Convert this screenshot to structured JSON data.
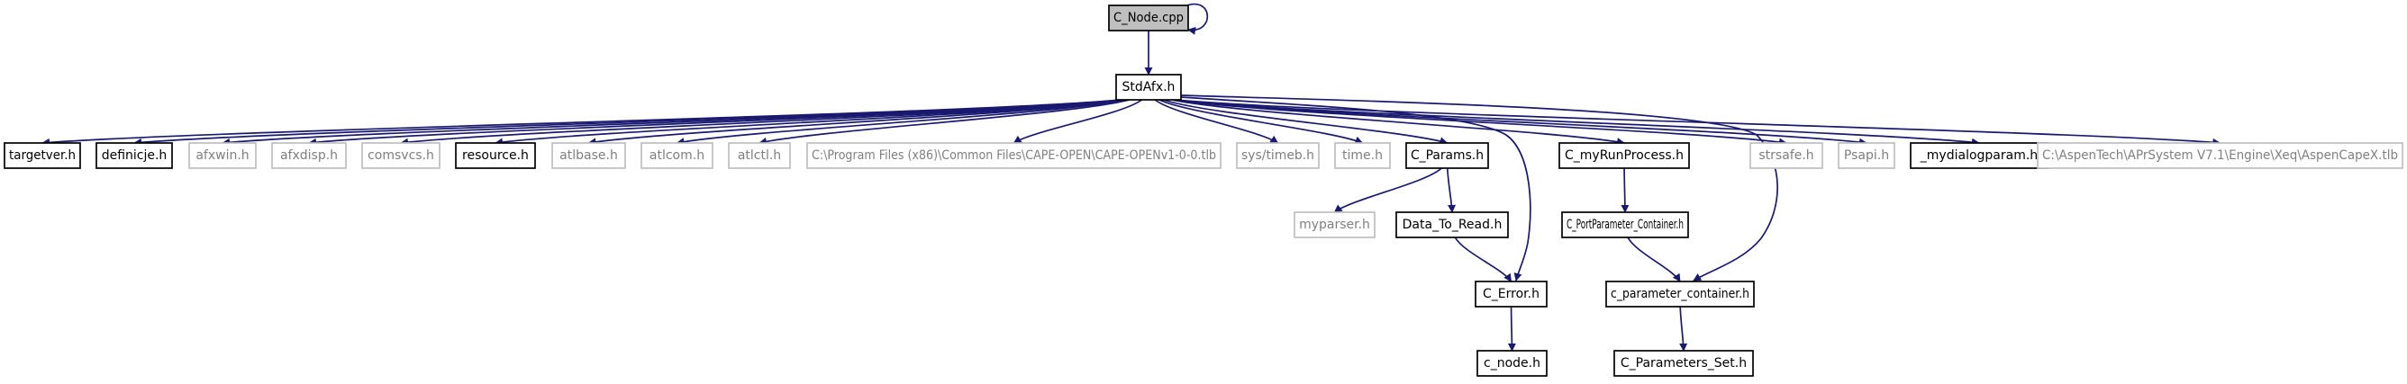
{
  "colors": {
    "edge": "#191970",
    "root_fill": "#bfbfbf",
    "solid_border": "#000000",
    "faded_border": "#bfbfbf",
    "faded_text": "#7f7f7f"
  },
  "nodes": [
    {
      "id": "c_node_cpp",
      "label": "C_Node.cpp",
      "style": "root"
    },
    {
      "id": "stdafx_h",
      "label": "StdAfx.h",
      "style": "solid"
    },
    {
      "id": "targetver_h",
      "label": "targetver.h",
      "style": "solid"
    },
    {
      "id": "definicje_h",
      "label": "definicje.h",
      "style": "solid"
    },
    {
      "id": "afxwin_h",
      "label": "afxwin.h",
      "style": "faded"
    },
    {
      "id": "afxdisp_h",
      "label": "afxdisp.h",
      "style": "faded"
    },
    {
      "id": "comsvcs_h",
      "label": "comsvcs.h",
      "style": "faded"
    },
    {
      "id": "resource_h",
      "label": "resource.h",
      "style": "solid"
    },
    {
      "id": "atlbase_h",
      "label": "atlbase.h",
      "style": "faded"
    },
    {
      "id": "atlcom_h",
      "label": "atlcom.h",
      "style": "faded"
    },
    {
      "id": "atlctl_h",
      "label": "atlctl.h",
      "style": "faded"
    },
    {
      "id": "cape_open_tlb",
      "label": "C:\\Program Files (x86)\\Common Files\\CAPE-OPEN\\CAPE-OPENv1-0-0.tlb",
      "style": "faded"
    },
    {
      "id": "sys_timeb_h",
      "label": "sys/timeb.h",
      "style": "faded"
    },
    {
      "id": "time_h",
      "label": "time.h",
      "style": "faded"
    },
    {
      "id": "c_params_h",
      "label": "C_Params.h",
      "style": "solid"
    },
    {
      "id": "c_myrunprocess_h",
      "label": "C_myRunProcess.h",
      "style": "solid"
    },
    {
      "id": "strsafe_h",
      "label": "strsafe.h",
      "style": "faded"
    },
    {
      "id": "psapi_h",
      "label": "Psapi.h",
      "style": "faded"
    },
    {
      "id": "mydialogparam_h",
      "label": "_mydialogparam.h",
      "style": "solid"
    },
    {
      "id": "aspencapex_tlb",
      "label": "C:\\AspenTech\\APrSystem V7.1\\Engine\\Xeq\\AspenCapeX.tlb",
      "style": "faded"
    },
    {
      "id": "myparser_h",
      "label": "myparser.h",
      "style": "faded"
    },
    {
      "id": "data_to_read_h",
      "label": "Data_To_Read.h",
      "style": "solid"
    },
    {
      "id": "c_portparameter_container_h",
      "label": "C_PortParameter_Container.h",
      "style": "solid"
    },
    {
      "id": "c_error_h",
      "label": "C_Error.h",
      "style": "solid"
    },
    {
      "id": "c_parameter_container_h",
      "label": "c_parameter_container.h",
      "style": "solid"
    },
    {
      "id": "c_node_h",
      "label": "c_node.h",
      "style": "solid"
    },
    {
      "id": "c_parameters_set_h",
      "label": "C_Parameters_Set.h",
      "style": "solid"
    }
  ],
  "edges": [
    {
      "from": "c_node_cpp",
      "to": "c_node_cpp"
    },
    {
      "from": "c_node_cpp",
      "to": "stdafx_h"
    },
    {
      "from": "stdafx_h",
      "to": "targetver_h"
    },
    {
      "from": "stdafx_h",
      "to": "definicje_h"
    },
    {
      "from": "stdafx_h",
      "to": "afxwin_h"
    },
    {
      "from": "stdafx_h",
      "to": "afxdisp_h"
    },
    {
      "from": "stdafx_h",
      "to": "comsvcs_h"
    },
    {
      "from": "stdafx_h",
      "to": "resource_h"
    },
    {
      "from": "stdafx_h",
      "to": "atlbase_h"
    },
    {
      "from": "stdafx_h",
      "to": "atlcom_h"
    },
    {
      "from": "stdafx_h",
      "to": "atlctl_h"
    },
    {
      "from": "stdafx_h",
      "to": "cape_open_tlb"
    },
    {
      "from": "stdafx_h",
      "to": "sys_timeb_h"
    },
    {
      "from": "stdafx_h",
      "to": "time_h"
    },
    {
      "from": "stdafx_h",
      "to": "c_params_h"
    },
    {
      "from": "stdafx_h",
      "to": "c_error_h"
    },
    {
      "from": "stdafx_h",
      "to": "c_myrunprocess_h"
    },
    {
      "from": "stdafx_h",
      "to": "c_parameter_container_h"
    },
    {
      "from": "stdafx_h",
      "to": "strsafe_h"
    },
    {
      "from": "stdafx_h",
      "to": "psapi_h"
    },
    {
      "from": "stdafx_h",
      "to": "mydialogparam_h"
    },
    {
      "from": "stdafx_h",
      "to": "aspencapex_tlb"
    },
    {
      "from": "c_params_h",
      "to": "myparser_h"
    },
    {
      "from": "c_params_h",
      "to": "data_to_read_h"
    },
    {
      "from": "data_to_read_h",
      "to": "c_error_h"
    },
    {
      "from": "c_error_h",
      "to": "c_node_h"
    },
    {
      "from": "c_myrunprocess_h",
      "to": "c_portparameter_container_h"
    },
    {
      "from": "c_portparameter_container_h",
      "to": "c_parameter_container_h"
    },
    {
      "from": "c_parameter_container_h",
      "to": "c_parameters_set_h"
    }
  ]
}
